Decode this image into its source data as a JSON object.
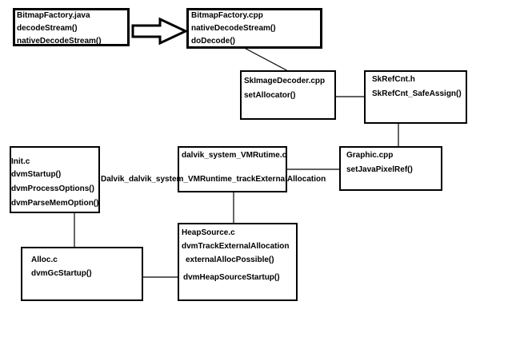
{
  "boxes": {
    "bitmapfactory_java": {
      "title": "BitmapFactory.java",
      "methods": [
        "decodeStream()",
        "nativeDecodeStream()"
      ]
    },
    "bitmapfactory_cpp": {
      "title": "BitmapFactory.cpp",
      "methods": [
        "nativeDecodeStream()",
        "doDecode()"
      ]
    },
    "skimagedecoder": {
      "title": "SkImageDecoder.cpp",
      "methods": [
        "setAllocator()"
      ]
    },
    "skrefcnt": {
      "title": "SkRefCnt.h",
      "methods": [
        "SkRefCnt_SafeAssign()"
      ]
    },
    "vmruntime": {
      "title": "dalvik_system_VMRutime.c",
      "methods": []
    },
    "graphic": {
      "title": "Graphic.cpp",
      "methods": [
        "setJavaPixelRef()"
      ]
    },
    "init": {
      "title": "Init.c",
      "methods": [
        "dvmStartup()",
        "dvmProcessOptions()",
        "dvmParseMemOption()"
      ]
    },
    "heapsource": {
      "title": "HeapSource.c",
      "methods": [
        "dvmTrackExternalAllocation",
        "externalAllocPossible()",
        "dvmHeapSourceStartup()"
      ]
    },
    "alloc": {
      "title": "Alloc.c",
      "methods": [
        "dvmGcStartup()"
      ]
    }
  },
  "labels": {
    "jni_function": "Dalvik_dalvik_system_VMRuntime_trackExternalAllocation"
  }
}
